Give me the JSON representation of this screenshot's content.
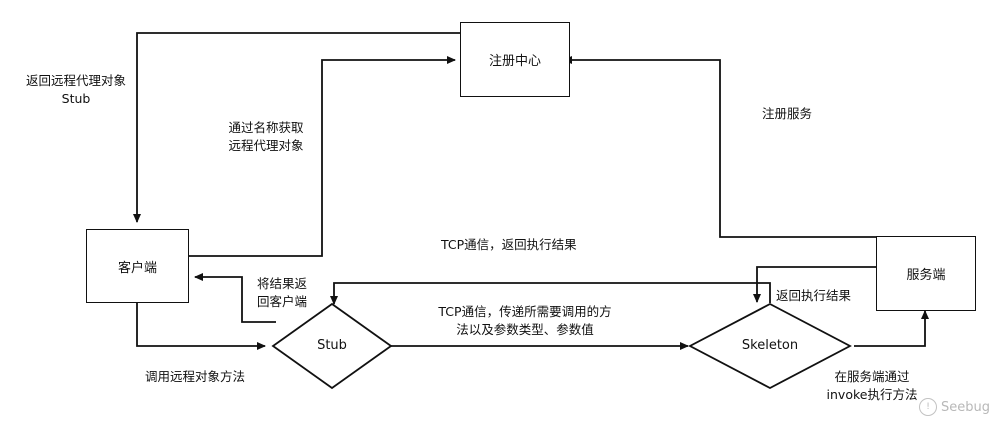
{
  "nodes": {
    "registry": "注册中心",
    "client": "客户端",
    "server": "服务端",
    "stub": "Stub",
    "skeleton": "Skeleton"
  },
  "labels": {
    "return_proxy_line1": "返回远程代理对象",
    "return_proxy_line2": "Stub",
    "lookup_line1": "通过名称获取",
    "lookup_line2": "远程代理对象",
    "register_service": "注册服务",
    "tcp_return": "TCP通信，返回执行结果",
    "result_to_client_line1": "将结果返",
    "result_to_client_line2": "回客户端",
    "tcp_send_line1": "TCP通信，传递所需要调用的方",
    "tcp_send_line2": "法以及参数类型、参数值",
    "return_exec_result": "返回执行结果",
    "invoke_remote_method": "调用远程对象方法",
    "server_invoke_line1": "在服务端通过",
    "server_invoke_line2": "invoke执行方法"
  },
  "watermark": {
    "text": "Seebug",
    "icon": "seebug-logo-icon"
  }
}
